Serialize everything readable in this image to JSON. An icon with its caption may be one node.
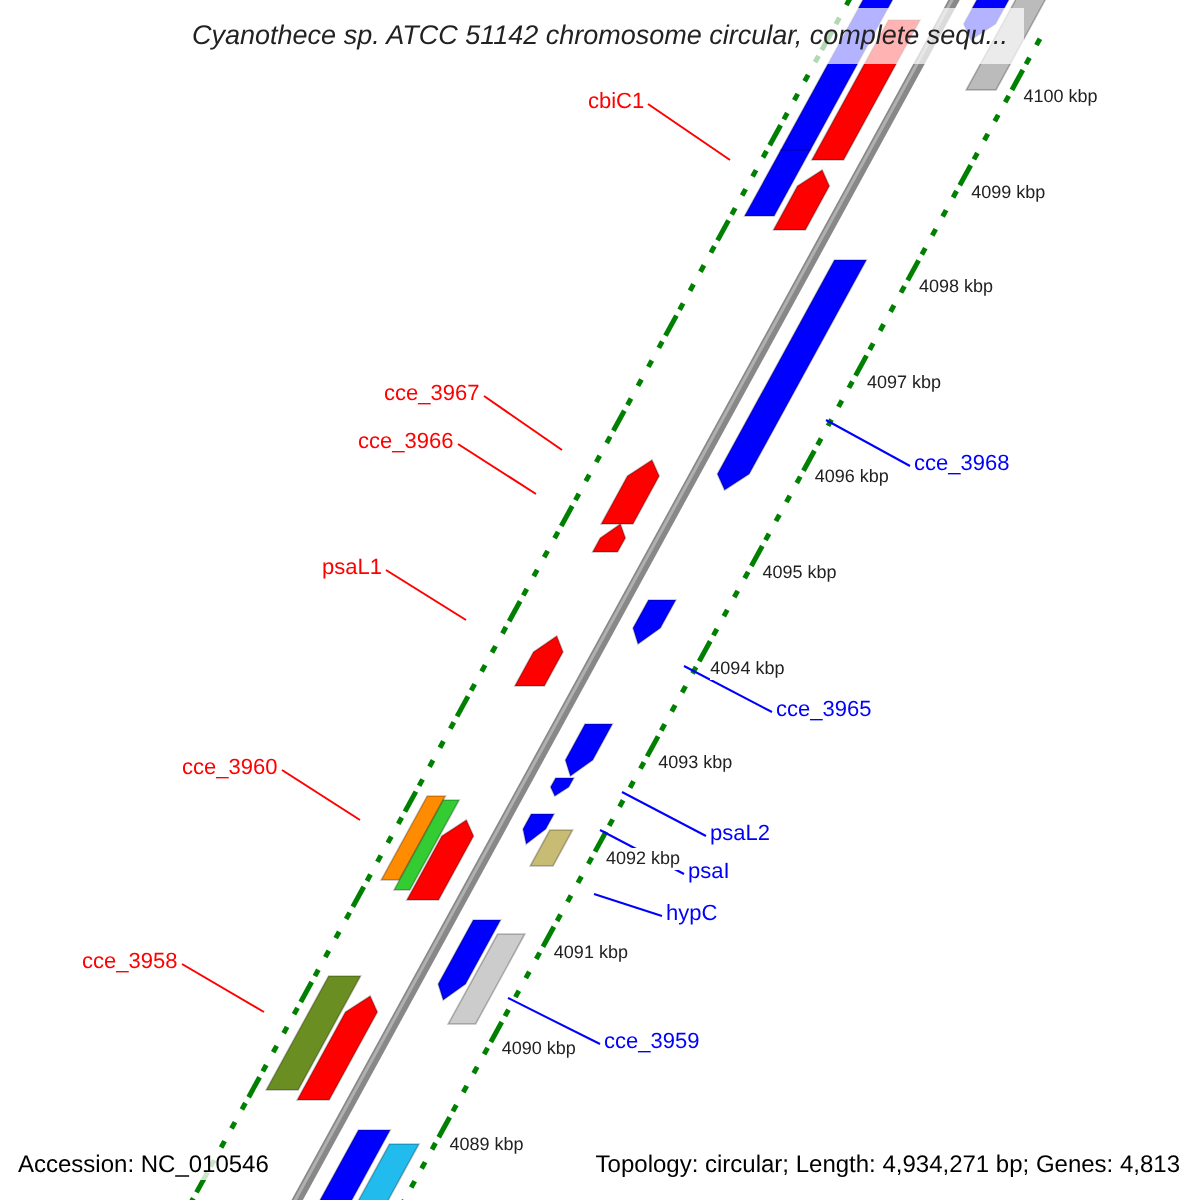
{
  "diagram": {
    "title": "Cyanothece sp. ATCC 51142 chromosome circular, complete sequ...",
    "nodes": [
      {
        "text": [
          "cbiC1"
        ]
      },
      {
        "text": [
          "cce_3967"
        ]
      },
      {
        "text": [
          "cce_3966"
        ]
      },
      {
        "text": [
          "psaL1"
        ]
      },
      {
        "text": [
          "cce_3960"
        ]
      },
      {
        "text": [
          "cce_3958"
        ]
      },
      {
        "text": [
          "cce_3968"
        ]
      },
      {
        "text": [
          "cce_3965"
        ]
      },
      {
        "text": [
          "psaL2"
        ]
      },
      {
        "text": [
          "psaI"
        ]
      },
      {
        "text": [
          "hypC"
        ]
      },
      {
        "text": [
          "cce_3959"
        ]
      }
    ],
    "edges": [
      {
        "from": 0,
        "to": null,
        "arrow": "none",
        "color": "#ff0000"
      },
      {
        "from": 1,
        "to": null,
        "arrow": "none",
        "color": "#ff0000"
      },
      {
        "from": 2,
        "to": null,
        "arrow": "none",
        "color": "#ff0000"
      },
      {
        "from": 3,
        "to": null,
        "arrow": "none",
        "color": "#ff0000"
      },
      {
        "from": 4,
        "to": null,
        "arrow": "none",
        "color": "#ff0000"
      },
      {
        "from": 5,
        "to": null,
        "arrow": "none",
        "color": "#ff0000"
      },
      {
        "from": 6,
        "to": null,
        "arrow": "none",
        "color": "#0000ff"
      },
      {
        "from": 7,
        "to": null,
        "arrow": "none",
        "color": "#0000ff"
      },
      {
        "from": 8,
        "to": null,
        "arrow": "none",
        "color": "#0000ff"
      },
      {
        "from": 9,
        "to": null,
        "arrow": "none",
        "color": "#0000ff"
      },
      {
        "from": 10,
        "to": null,
        "arrow": "none",
        "color": "#0000ff"
      },
      {
        "from": 11,
        "to": null,
        "arrow": "none",
        "color": "#0000ff"
      }
    ],
    "labels": [
      "4100 kbp",
      "4099 kbp",
      "4098 kbp",
      "4097 kbp",
      "4096 kbp",
      "4095 kbp",
      "4094 kbp",
      "4093 kbp",
      "4092 kbp",
      "4091 kbp",
      "4090 kbp",
      "4089 kbp",
      "Accession: NC_010546",
      "Topology: circular; Length: 4,934,271 bp; Genes: 4,813"
    ]
  }
}
